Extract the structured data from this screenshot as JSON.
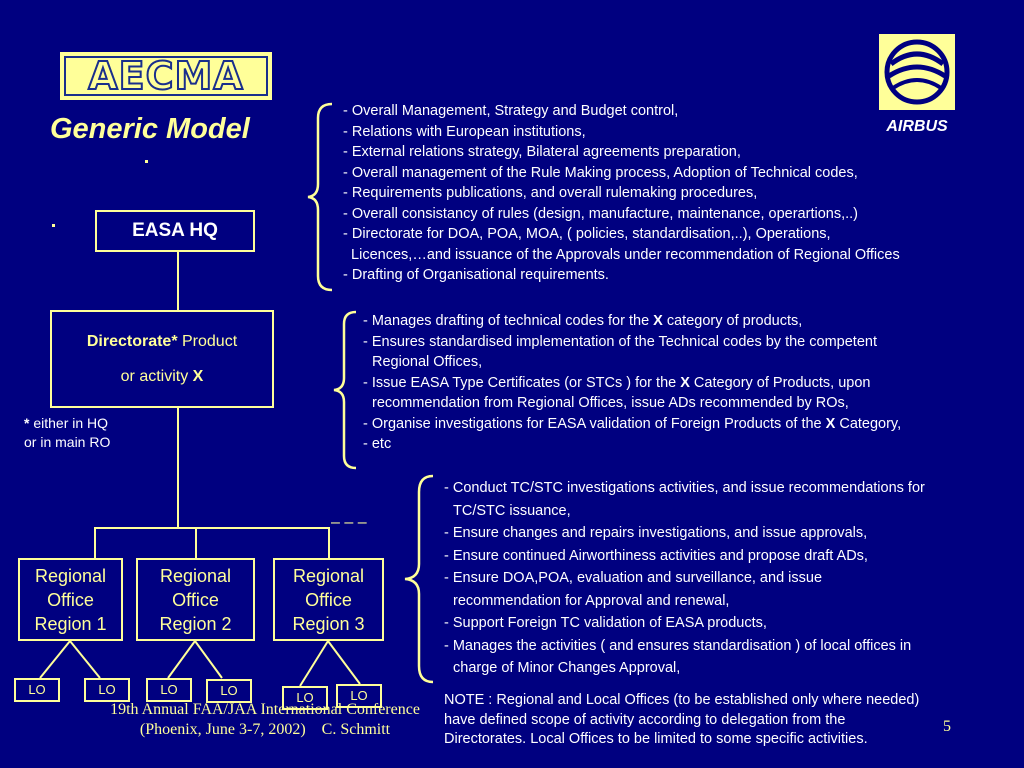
{
  "logo_text": "AECMA",
  "brand": {
    "name": "AIRBUS"
  },
  "title": "Generic Model",
  "hq": {
    "label": "EASA HQ"
  },
  "directorate": {
    "bold": "Directorate",
    "star": "*",
    "rest": " Product",
    "line2": "or activity ",
    "x": "X"
  },
  "footnote": {
    "star": "*",
    "line1": " either in HQ",
    "line2": "or in main RO"
  },
  "regional_offices": [
    {
      "line1": "Regional",
      "line2": "Office",
      "line3": "Region 1"
    },
    {
      "line1": "Regional",
      "line2": "Office",
      "line3": "Region 2"
    },
    {
      "line1": "Regional",
      "line2": "Office",
      "line3": "Region 3"
    }
  ],
  "dashes": "– – –",
  "local_offices": [
    "LO",
    "LO",
    "LO",
    "LO",
    "LO",
    "LO"
  ],
  "hq_tasks": [
    "- Overall Management, Strategy and  Budget control,",
    "- Relations with European institutions,",
    "- External relations strategy, Bilateral agreements preparation,",
    "- Overall management of the Rule Making process, Adoption of Technical codes,",
    "- Requirements publications, and overall rulemaking procedures,",
    "- Overall consistancy of rules (design, manufacture, maintenance, operartions,..)",
    "- Directorate for DOA, POA, MOA, ( policies, standardisation,..), Operations,",
    "  Licences,…and issuance of the Approvals under recommendation of Regional Offices",
    "- Drafting of Organisational requirements."
  ],
  "directorate_tasks": {
    "l1a": "- Manages drafting of technical codes  for the ",
    "l1x": "X",
    "l1b": " category of products,",
    "l2": "- Ensures standardised implementation of the Technical codes by the competent",
    "l3": "Regional Offices,",
    "l4a": "- Issue EASA Type Certificates (or STCs ) for the ",
    "l4x": "X",
    "l4b": " Category of Products, upon",
    "l5": "recommendation from Regional Offices, issue ADs recommended by ROs,",
    "l6a": "- Organise investigations for EASA validation of Foreign Products of the ",
    "l6x": "X",
    "l6b": " Category,",
    "l7": "- etc"
  },
  "ro_tasks": [
    "- Conduct TC/STC investigations activities, and issue recommendations for",
    "TC/STC issuance,",
    "- Ensure changes and repairs  investigations, and issue approvals,",
    "- Ensure continued Airworthiness activities and propose draft ADs,",
    "- Ensure DOA,POA, evaluation and surveillance, and issue",
    "recommendation for Approval and renewal,",
    "- Support Foreign TC validation of EASA products,",
    "- Manages the activities ( and ensures standardisation ) of local offices in",
    "charge of Minor Changes Approval,"
  ],
  "note": [
    "NOTE : Regional and Local Offices (to be established only where needed)",
    "have defined scope of activity according to delegation from the",
    "Directorates.  Local Offices to be limited to some specific activities."
  ],
  "footer": {
    "line1": "19th Annual FAA/JAA International Conference",
    "line2": "(Phoenix, June 3-7, 2002)    C. Schmitt"
  },
  "page_number": "5",
  "colors": {
    "background": "#000080",
    "accent": "#ffff99",
    "text": "#ffffff",
    "logo_blue": "#1a2f8c"
  }
}
